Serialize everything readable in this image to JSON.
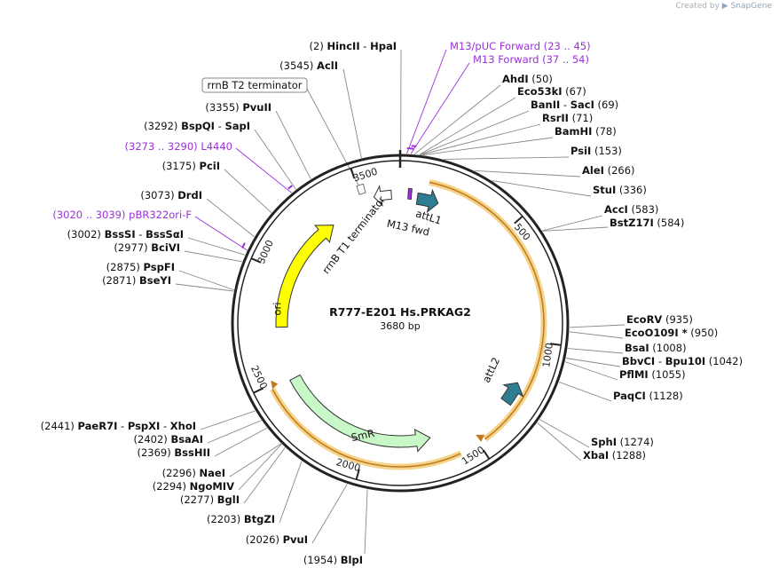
{
  "credit": {
    "prefix": "Created by",
    "brand": "SnapGene"
  },
  "plasmid": {
    "name": "R777-E201 Hs.PRKAG2",
    "size_label": "3680 bp",
    "length": 3680
  },
  "colors": {
    "backbone": "#222222",
    "primer": "#9b30d9",
    "feature_attL": "#2e7d92",
    "feature_ori": "#ffff00",
    "feature_smr": "#c8f7c8",
    "orf_highlight": "#f5d48a",
    "orf_line": "#c07820",
    "leader": "#888888"
  },
  "ticks": [
    {
      "pos": 500,
      "label": "500"
    },
    {
      "pos": 1000,
      "label": "1000"
    },
    {
      "pos": 1500,
      "label": "1500"
    },
    {
      "pos": 2000,
      "label": "2000"
    },
    {
      "pos": 2500,
      "label": "2500"
    },
    {
      "pos": 3000,
      "label": "3000"
    },
    {
      "pos": 3500,
      "label": "3500"
    }
  ],
  "sites": [
    {
      "name": "HincII",
      "pos": 2,
      "pos_label": "(2)",
      "extra": "HpaI"
    },
    {
      "name": "AclI",
      "pos": 3545,
      "pos_label": "(3545)"
    },
    {
      "name": "PvuII",
      "pos": 3355,
      "pos_label": "(3355)"
    },
    {
      "name": "BspQI",
      "pos": 3292,
      "pos_label": "(3292)",
      "extra": "SapI"
    },
    {
      "name": "PciI",
      "pos": 3175,
      "pos_label": "(3175)"
    },
    {
      "name": "DrdI",
      "pos": 3073,
      "pos_label": "(3073)"
    },
    {
      "name": "BssSI",
      "pos": 3002,
      "pos_label": "(3002)",
      "extra": "BssSαI"
    },
    {
      "name": "BciVI",
      "pos": 2977,
      "pos_label": "(2977)"
    },
    {
      "name": "PspFI",
      "pos": 2875,
      "pos_label": "(2875)"
    },
    {
      "name": "BseYI",
      "pos": 2871,
      "pos_label": "(2871)"
    },
    {
      "name": "AhdI",
      "pos": 50,
      "pos_label": "(50)"
    },
    {
      "name": "Eco53kI",
      "pos": 67,
      "pos_label": "(67)"
    },
    {
      "name": "BanII",
      "pos": 69,
      "pos_label": "(69)",
      "extra": "SacI"
    },
    {
      "name": "RsrII",
      "pos": 71,
      "pos_label": "(71)"
    },
    {
      "name": "BamHI",
      "pos": 78,
      "pos_label": "(78)"
    },
    {
      "name": "PsiI",
      "pos": 153,
      "pos_label": "(153)"
    },
    {
      "name": "AleI",
      "pos": 266,
      "pos_label": "(266)"
    },
    {
      "name": "StuI",
      "pos": 336,
      "pos_label": "(336)"
    },
    {
      "name": "AccI",
      "pos": 583,
      "pos_label": "(583)"
    },
    {
      "name": "BstZ17I",
      "pos": 584,
      "pos_label": "(584)"
    },
    {
      "name": "EcoRV",
      "pos": 935,
      "pos_label": "(935)"
    },
    {
      "name": "EcoO109I *",
      "pos": 950,
      "pos_label": "(950)"
    },
    {
      "name": "BsaI",
      "pos": 1008,
      "pos_label": "(1008)"
    },
    {
      "name": "BbvCI",
      "pos": 1042,
      "pos_label": "(1042)",
      "extra": "Bpu10I"
    },
    {
      "name": "PflMI",
      "pos": 1055,
      "pos_label": "(1055)"
    },
    {
      "name": "PaqCI",
      "pos": 1128,
      "pos_label": "(1128)"
    },
    {
      "name": "SphI",
      "pos": 1274,
      "pos_label": "(1274)"
    },
    {
      "name": "XbaI",
      "pos": 1288,
      "pos_label": "(1288)"
    },
    {
      "name": "PaeR7I",
      "pos": 2441,
      "pos_label": "(2441)",
      "extra": "PspXI",
      "extra2": "XhoI"
    },
    {
      "name": "BsaAI",
      "pos": 2402,
      "pos_label": "(2402)"
    },
    {
      "name": "BssHII",
      "pos": 2369,
      "pos_label": "(2369)"
    },
    {
      "name": "NaeI",
      "pos": 2296,
      "pos_label": "(2296)"
    },
    {
      "name": "NgoMIV",
      "pos": 2294,
      "pos_label": "(2294)"
    },
    {
      "name": "BglI",
      "pos": 2277,
      "pos_label": "(2277)"
    },
    {
      "name": "BtgZI",
      "pos": 2203,
      "pos_label": "(2203)"
    },
    {
      "name": "PvuI",
      "pos": 2026,
      "pos_label": "(2026)"
    },
    {
      "name": "BlpI",
      "pos": 1954,
      "pos_label": "(1954)"
    }
  ],
  "primers": [
    {
      "name": "M13/pUC Forward",
      "range": "(23 .. 45)",
      "start": 23,
      "end": 45
    },
    {
      "name": "M13 Forward",
      "range": "(37 .. 54)",
      "start": 37,
      "end": 54
    },
    {
      "name": "L4440",
      "range": "(3273 .. 3290)",
      "start": 3273,
      "end": 3290
    },
    {
      "name": "pBR322ori-F",
      "range": "(3020 .. 3039)",
      "start": 3020,
      "end": 3039
    }
  ],
  "features": [
    {
      "name": "attL1",
      "start": 80,
      "end": 180
    },
    {
      "name": "M13 fwd",
      "start": 36,
      "end": 52
    },
    {
      "name": "attL2",
      "start": 1195,
      "end": 1295
    },
    {
      "name": "ori",
      "start": 2740,
      "end": 3330
    },
    {
      "name": "SmR",
      "start": 1690,
      "end": 2480
    },
    {
      "name": "rrnB T1 terminator",
      "start": 3560,
      "end": 3640
    },
    {
      "name": "rrnB T2 terminator",
      "start": 3500,
      "end": 3528
    }
  ]
}
